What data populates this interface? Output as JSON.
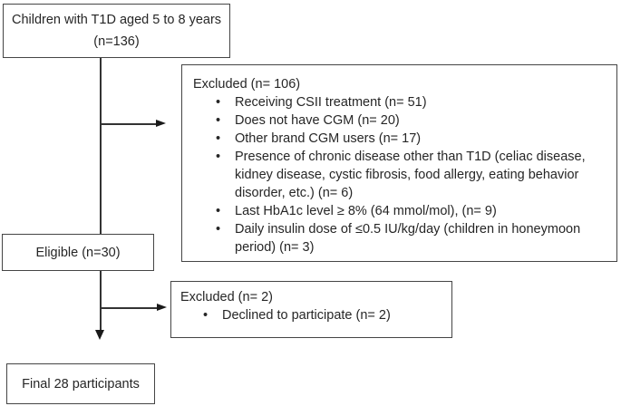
{
  "colors": {
    "background": "#ffffff",
    "box_border": "#454545",
    "text": "#262626",
    "connector": "#333333",
    "arrowhead": "#1a1a1a"
  },
  "boxes": {
    "enrollment": {
      "line1": "Children with T1D aged 5 to 8 years",
      "line2": "(n=136)"
    },
    "excluded_main": {
      "title": "Excluded (n= 106)",
      "bullets": [
        "Receiving CSII treatment (n= 51)",
        "Does not have CGM (n= 20)",
        "Other brand CGM users (n= 17)",
        "Presence of chronic disease other than T1D (celiac disease,\nkidney disease, cystic fibrosis, food allergy, eating behavior\ndisorder, etc.) (n= 6)",
        "Last HbA1c level ≥ 8% (64 mmol/mol), (n= 9)",
        "Daily insulin dose of ≤0.5 IU/kg/day (children in honeymoon\nperiod) (n= 3)"
      ]
    },
    "eligible": {
      "label": "Eligible (n=30)"
    },
    "excluded_secondary": {
      "title": "Excluded (n= 2)",
      "bullets": [
        "Declined to participate (n= 2)"
      ]
    },
    "final": {
      "label": "Final 28 participants"
    }
  }
}
